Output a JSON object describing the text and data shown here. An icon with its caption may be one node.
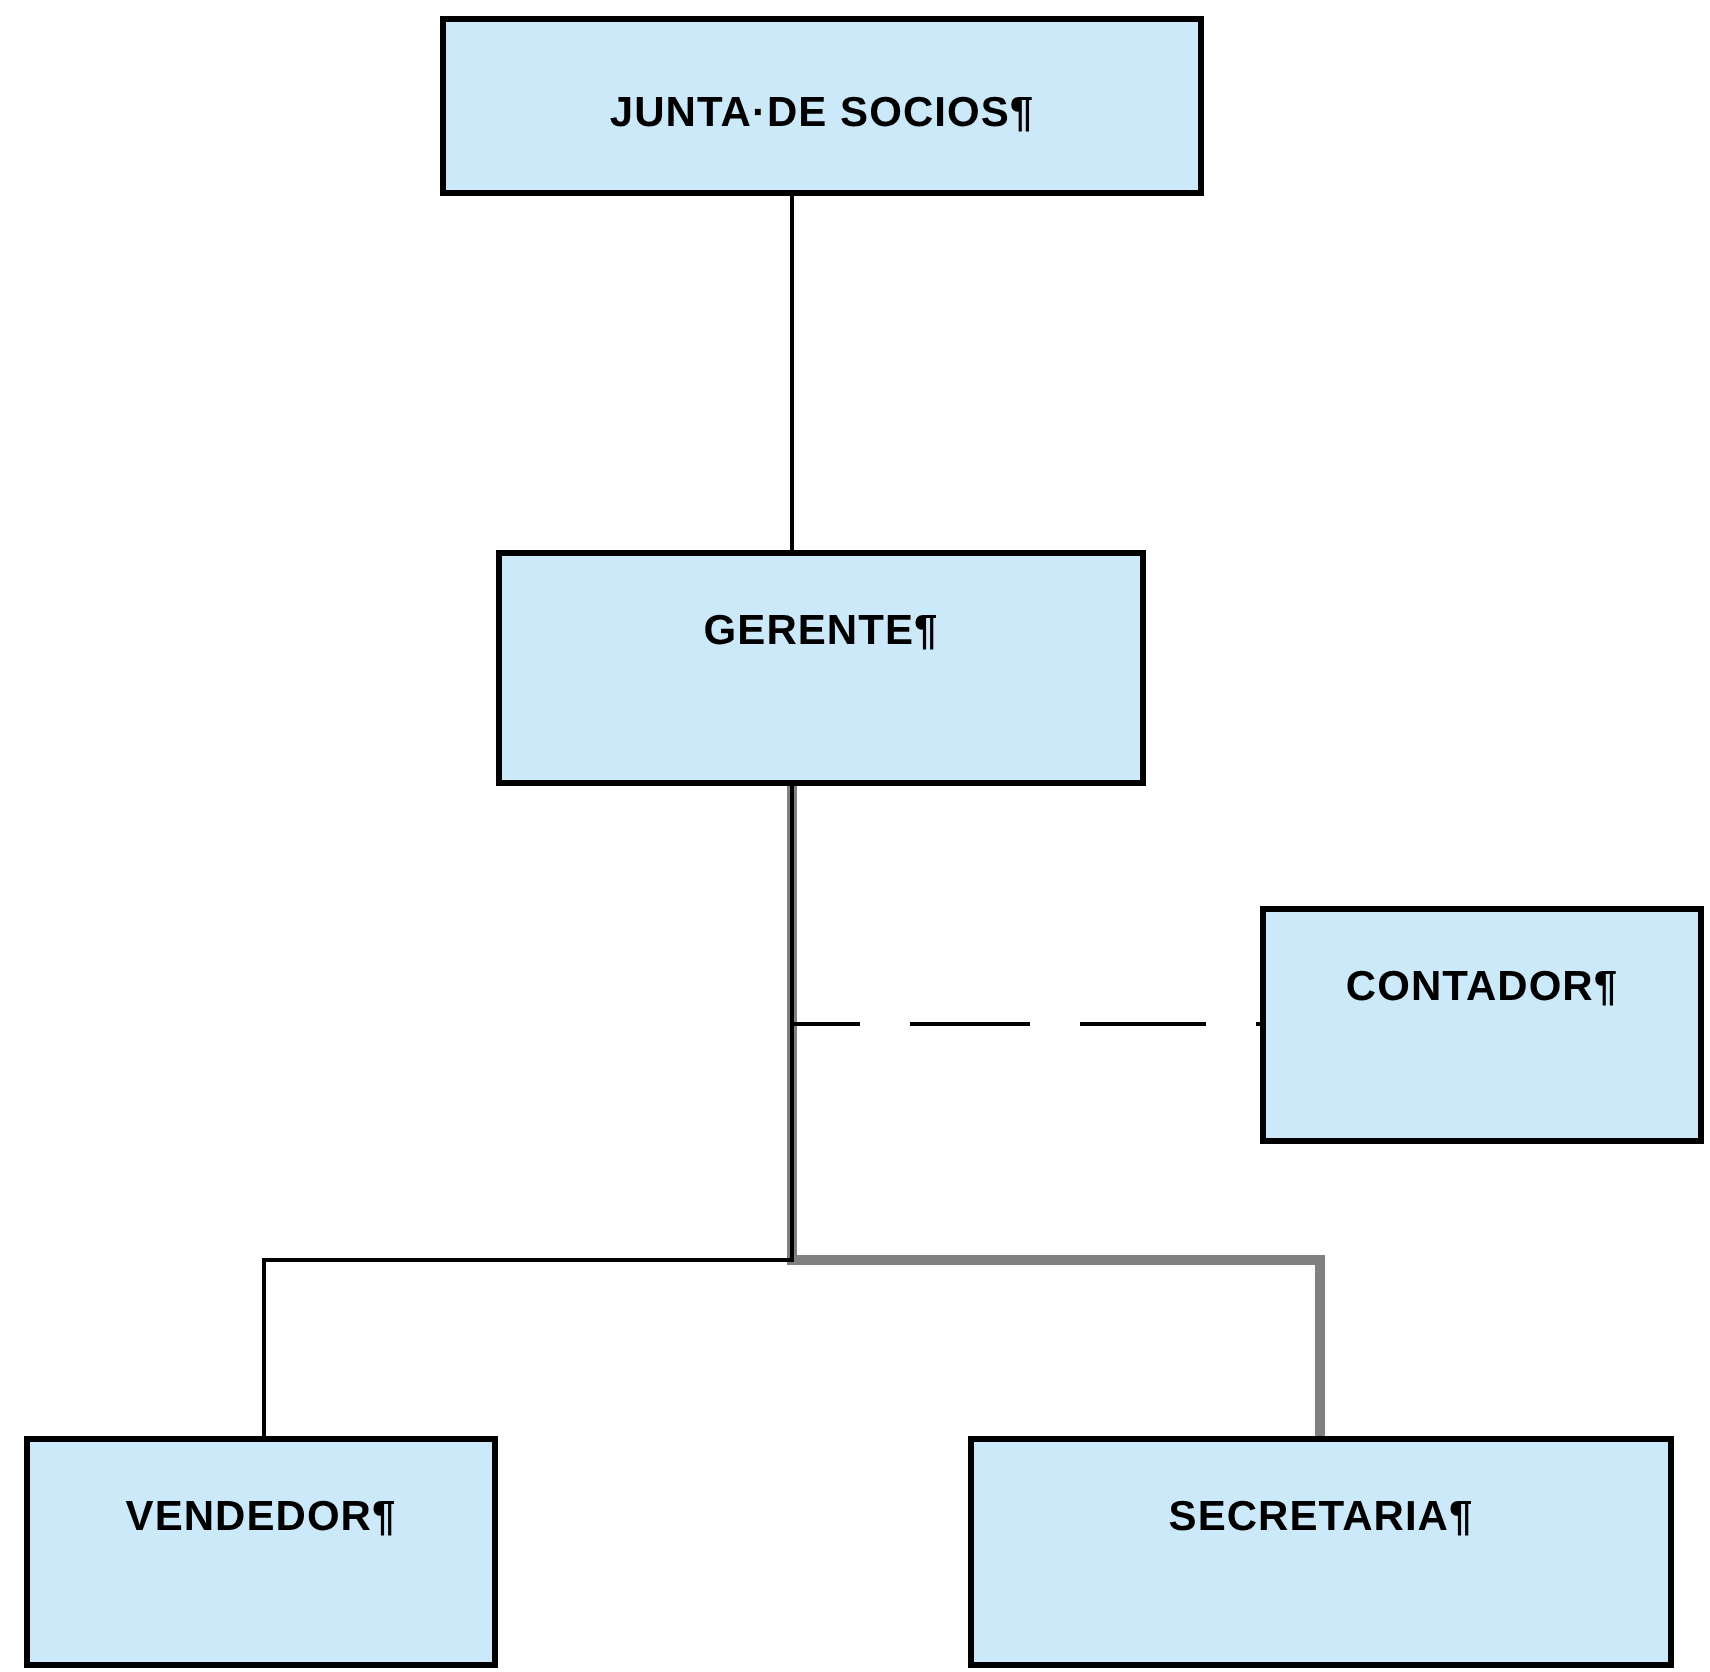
{
  "diagram": {
    "nodes": [
      {
        "text": [
          "JUNTA·DE SOCIOS¶"
        ]
      },
      {
        "text": [
          "GERENTE¶"
        ]
      },
      {
        "text": [
          "CONTADOR¶"
        ]
      },
      {
        "text": [
          "VENDEDOR¶"
        ]
      },
      {
        "text": [
          "SECRETARIA¶"
        ]
      }
    ],
    "edges": [
      {
        "from": 0,
        "to": 1,
        "arrow": "none"
      },
      {
        "from": 1,
        "to": 2,
        "arrow": "none",
        "style": "dashed"
      },
      {
        "from": 1,
        "to": 3,
        "arrow": "none"
      },
      {
        "from": 1,
        "to": 4,
        "arrow": "none",
        "style": "thick",
        "color": "#808080"
      }
    ]
  }
}
